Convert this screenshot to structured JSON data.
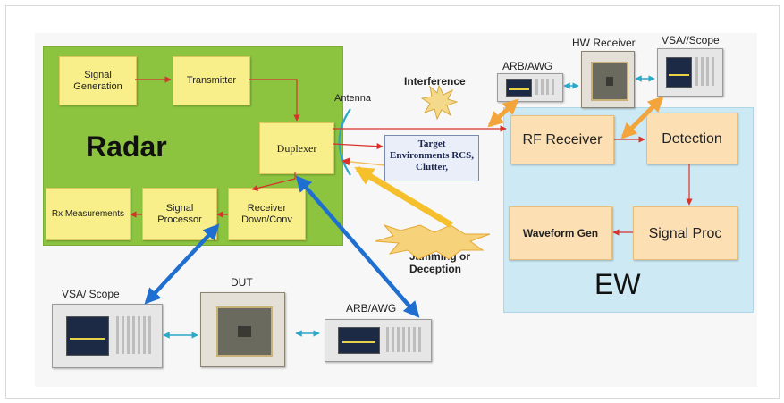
{
  "radar": {
    "title": "Radar",
    "signal_generation": "Signal Generation",
    "transmitter": "Transmitter",
    "duplexer": "Duplexer",
    "rx_measurements": "Rx Measurements",
    "signal_processor": "Signal Processor",
    "receiver": "Receiver Down/Conv"
  },
  "antenna_label": "Antenna",
  "interference_label": "Interference",
  "target": {
    "label": "Target Environments RCS, Clutter,"
  },
  "jamming_label": "Jamming or Deception",
  "ew": {
    "title": "EW",
    "rf_receiver": "RF Receiver",
    "detection": "Detection",
    "waveform_gen": "Waveform Gen",
    "signal_proc": "Signal Proc"
  },
  "instruments": {
    "top_arb": "ARB/AWG",
    "hw_receiver": "HW Receiver",
    "top_vsa": "VSA//Scope",
    "bottom_vsa": "VSA/ Scope",
    "dut": "DUT",
    "bottom_arb": "ARB/AWG"
  },
  "colors": {
    "radar_panel": "#8cc440",
    "ew_panel": "#cdeaf4",
    "block_fill": "#fcdfb2",
    "yellow_block": "#f8ef8a",
    "signal_arrow": "#d9312b",
    "test_link": "#1f6fd1",
    "instrument_link": "#f3a43a",
    "jamming_arrow": "#f5c02c"
  }
}
